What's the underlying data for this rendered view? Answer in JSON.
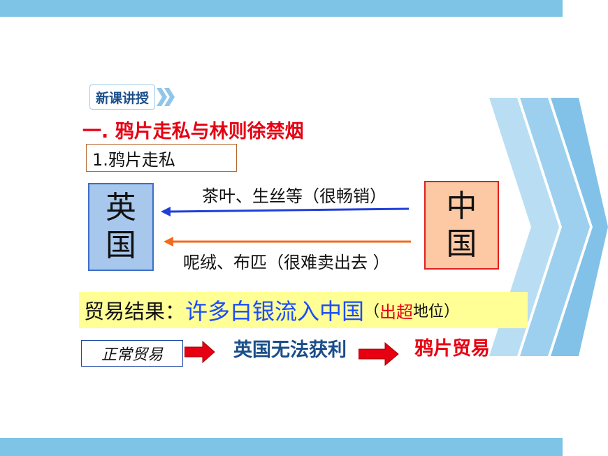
{
  "decor": {
    "accent_color": "#7ec4e6",
    "tag_arrow_icon": "double-chevron-right-icon",
    "side_icon": "triple-chevron-right-icon"
  },
  "tag": {
    "label": "新课讲授"
  },
  "heading": "一. 鸦片走私与林则徐禁烟",
  "subheading": "1.鸦片走私",
  "countries": {
    "uk": {
      "line1": "英",
      "line2": "国"
    },
    "cn": {
      "line1": "中",
      "line2": "国"
    }
  },
  "flows": {
    "tea": {
      "label": "茶叶、生丝等（很畅销）",
      "color": "#1f3fd8"
    },
    "cloth": {
      "label": "呢绒、布匹（很难卖出去 ）",
      "color": "#f26b1d"
    }
  },
  "result": {
    "label": "贸易结果：",
    "value": "许多白银流入中国",
    "paren_open": "（",
    "red_text": "出超",
    "note": "地位",
    "paren_close": "）"
  },
  "steps": {
    "normal": "正常贸易",
    "uk_no_profit": "英国无法获利",
    "opium_trade": "鸦片贸易",
    "arrow_icon": "red-arrow-right-icon"
  }
}
